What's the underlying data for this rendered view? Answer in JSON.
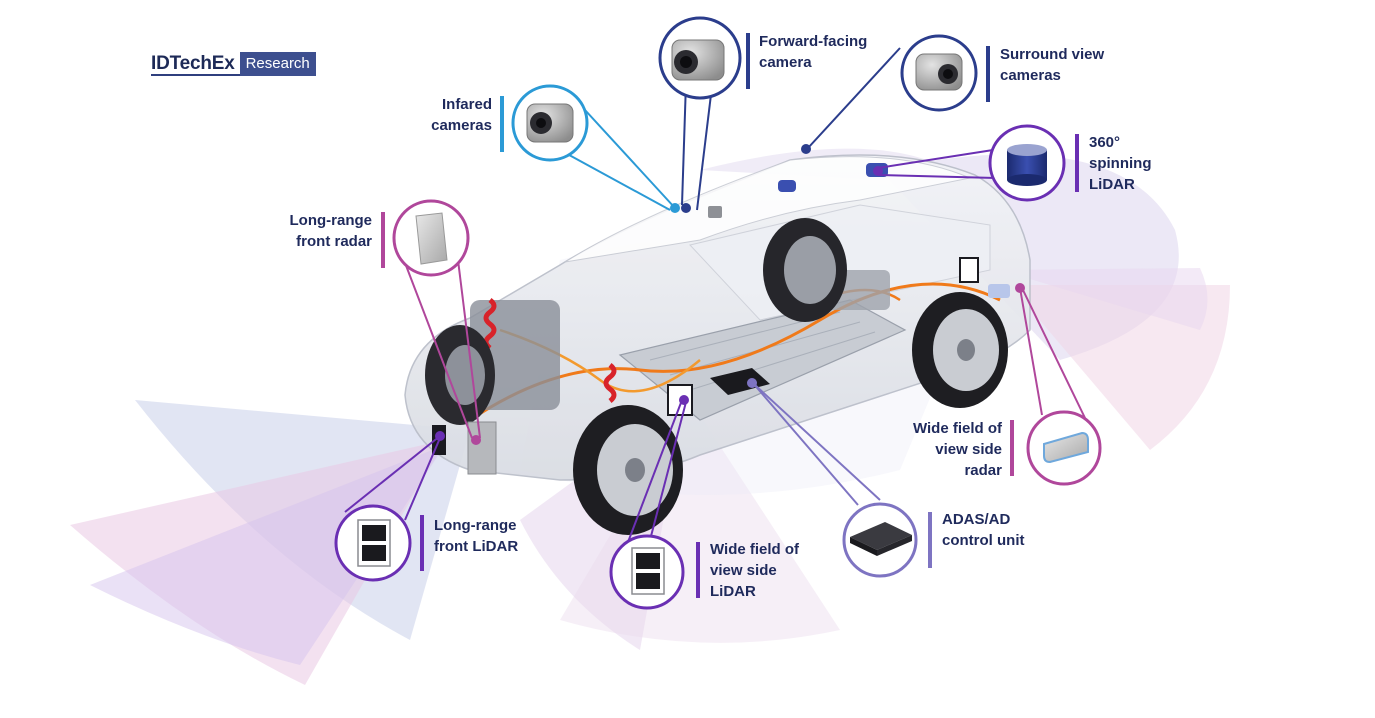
{
  "brand": {
    "name": "IDTechEx",
    "tag": "Research"
  },
  "colors": {
    "navy": "#2b3d8c",
    "cyan": "#2b9ad6",
    "purple": "#6a2fb3",
    "magenta": "#b0479b",
    "lavender": "#7e74c2",
    "text": "#1f2a5c"
  },
  "labels": {
    "forward_camera": "Forward-facing\ncamera",
    "surround_cameras": "Surround view\ncameras",
    "infrared_cameras": "Infared\ncameras",
    "spinning_lidar": "360°\nspinning\nLiDAR",
    "front_radar": "Long-range\nfront radar",
    "side_radar": "Wide field of\nview side\nradar",
    "control_unit": "ADAS/AD\ncontrol unit",
    "side_lidar": "Wide field of\nview side\nLiDAR",
    "front_lidar": "Long-range\nfront LiDAR"
  },
  "icons": {
    "forward_camera": "camera-icon",
    "surround_cameras": "camera-icon",
    "infrared_cameras": "camera-icon",
    "spinning_lidar": "spinning-lidar-icon",
    "front_radar": "radar-panel-icon",
    "side_radar": "side-radar-icon",
    "control_unit": "control-unit-icon",
    "side_lidar": "solid-state-lidar-icon",
    "front_lidar": "solid-state-lidar-icon"
  }
}
